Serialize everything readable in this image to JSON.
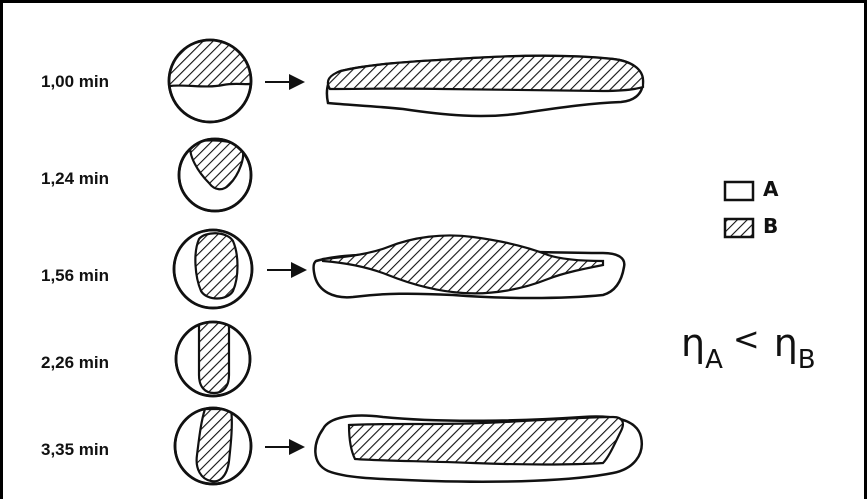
{
  "rows": [
    {
      "time": "1,00 min",
      "has_profile": true
    },
    {
      "time": "1,24 min",
      "has_profile": false
    },
    {
      "time": "1,56 min",
      "has_profile": true
    },
    {
      "time": "2,26 min",
      "has_profile": false
    },
    {
      "time": "3,35 min",
      "has_profile": true
    }
  ],
  "legend": {
    "a_label": "A",
    "b_label": "B"
  },
  "relation": {
    "eta": "η",
    "sub_a": "A",
    "operator": "<",
    "sub_b": "B"
  },
  "colors": {
    "stroke": "#111111",
    "frame": "#000000",
    "background": "#ffffff"
  }
}
